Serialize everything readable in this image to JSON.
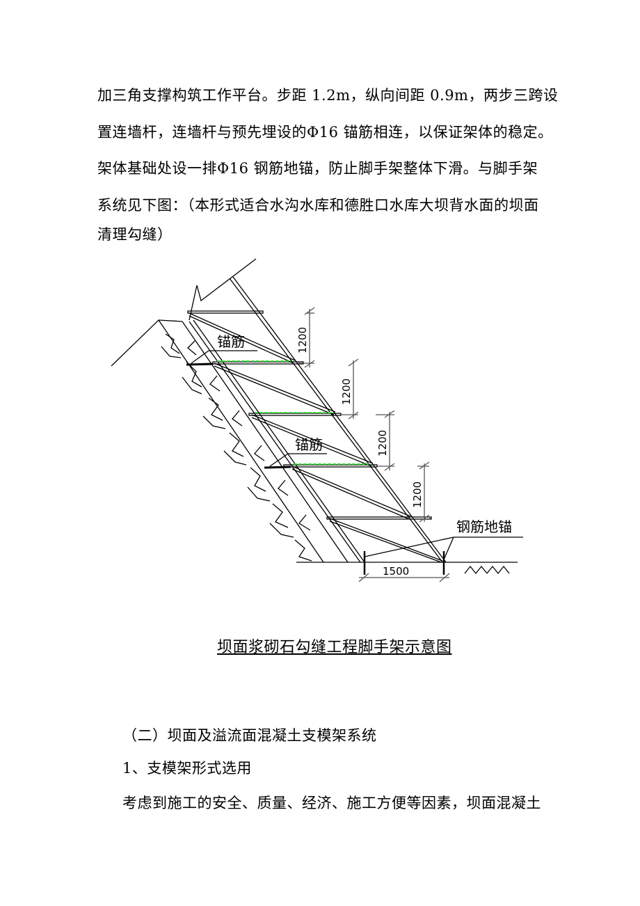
{
  "paragraph_top": {
    "lines": [
      "加三角支撑构筑工作平台。步距 1.2m，纵向间距 0.9m，两步三跨设",
      "置连墙杆，连墙杆与预先埋设的Φ16 锚筋相连，以保证架体的稳定。",
      "架体基础处设一排Φ16 钢筋地锚，防止脚手架整体下滑。与脚手架",
      "系统见下图：（本形式适合水沟水库和德胜口水库大坝背水面的坝面",
      "清理勾缝）"
    ]
  },
  "figure": {
    "labels": {
      "anchor_bar_1": "锚筋",
      "anchor_bar_2": "锚筋",
      "ground_anchor": "钢筋地锚"
    },
    "dimensions": {
      "step_1": "1200",
      "step_2": "1200",
      "step_3": "1200",
      "step_4": "1200",
      "base_width": "1500"
    },
    "colors": {
      "line": "#000000",
      "anchor_bar_highlight": "#33dd33"
    },
    "caption": "坝面浆砌石勾缝工程脚手架示意图"
  },
  "section": {
    "heading": "（二）坝面及溢流面混凝土支模架系统",
    "subheading": "1、支模架形式选用",
    "body_line": "考虑到施工的安全、质量、经济、施工方便等因素，坝面混凝土"
  }
}
